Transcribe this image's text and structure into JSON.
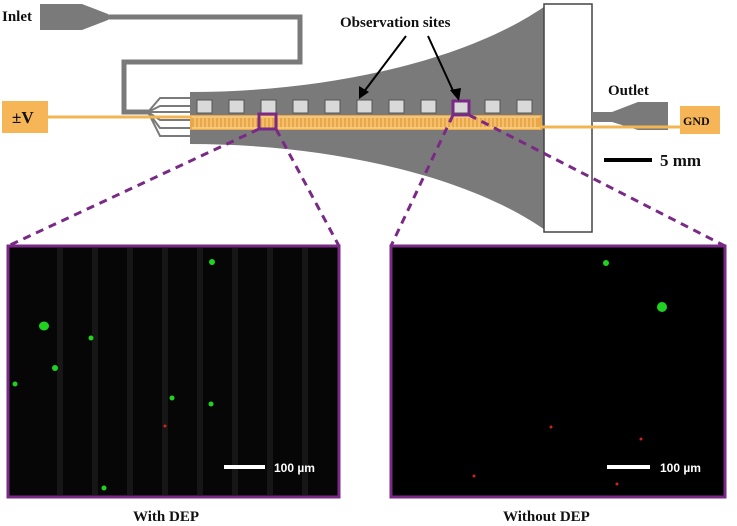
{
  "labels": {
    "inlet": "Inlet",
    "observation_sites": "Observation sites",
    "outlet": "Outlet",
    "voltage": "±V",
    "ground": "GND",
    "scale_device": "5 mm"
  },
  "panels": {
    "left": {
      "caption": "With DEP",
      "scale_label": "100 µm"
    },
    "right": {
      "caption": "Without DEP",
      "scale_label": "100 µm"
    }
  },
  "colors": {
    "channel": "#7a7a7a",
    "electrode": "#f3b552",
    "electrode_label_bg": "#f6b556",
    "highlight_purple": "#7a2a86",
    "dashed_purple": "#7a2a86",
    "live_cell": "#1fd21f",
    "dead_cell": "#d02020",
    "micrograph_bg": "#060606"
  }
}
